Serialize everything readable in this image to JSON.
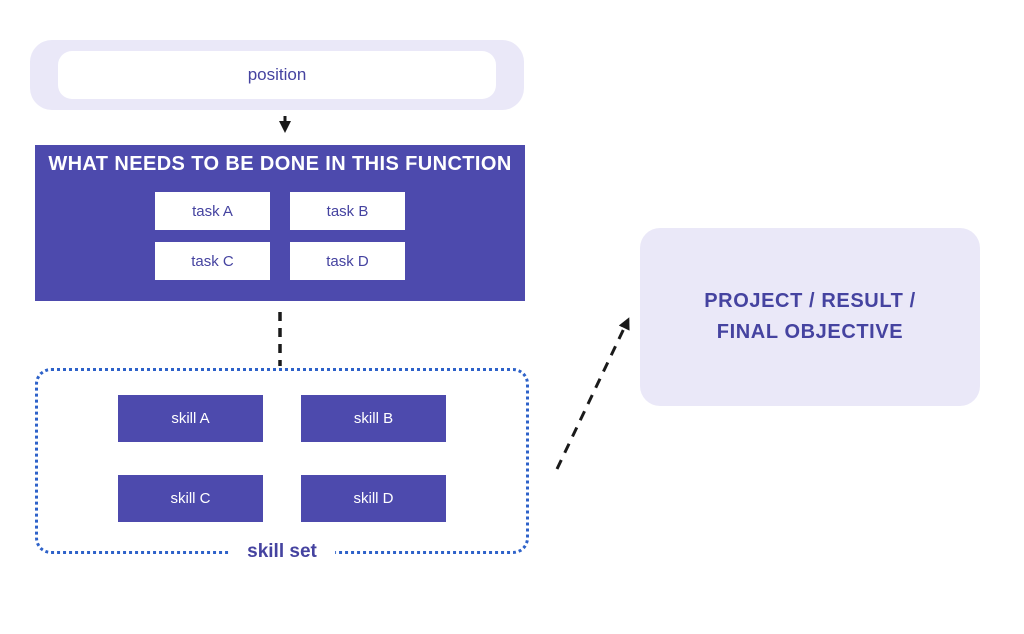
{
  "colors": {
    "accent": "#4d4aad",
    "accent_text": "#4543a0",
    "panel": "#eae8f8",
    "outline_blue": "#2e62c9",
    "arrow": "#1a1a1a"
  },
  "position": {
    "label": "position"
  },
  "function_box": {
    "title": "WHAT NEEDS TO BE DONE IN THIS FUNCTION",
    "tasks": [
      "task A",
      "task B",
      "task C",
      "task D"
    ]
  },
  "skill_set": {
    "label": "skill set",
    "skills": [
      "skill A",
      "skill B",
      "skill C",
      "skill D"
    ]
  },
  "objective": {
    "lines": [
      "PROJECT / RESULT /",
      "FINAL OBJECTIVE"
    ]
  }
}
